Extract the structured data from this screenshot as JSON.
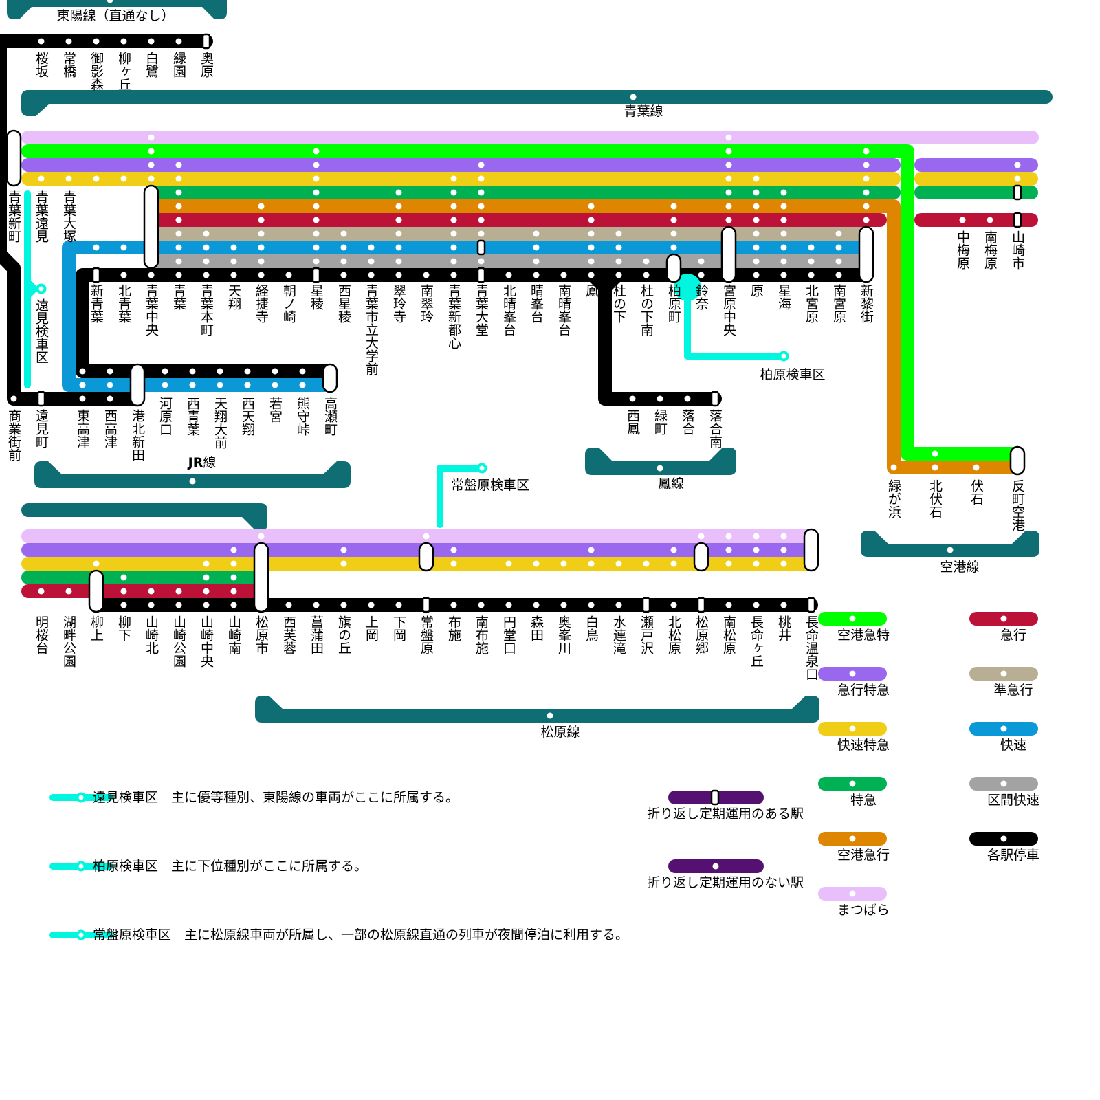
{
  "services": [
    {
      "id": "matsubara",
      "name": "まつばら",
      "color": "#e8bffb"
    },
    {
      "id": "airport_ltd_exp",
      "name": "空港急特",
      "color": "#00ff00"
    },
    {
      "id": "exp_ltd",
      "name": "急行特急",
      "color": "#9a68ee"
    },
    {
      "id": "rapid_ltd",
      "name": "快速特急",
      "color": "#f0cd16"
    },
    {
      "id": "ltd_exp",
      "name": "特急",
      "color": "#00b153"
    },
    {
      "id": "airport_exp",
      "name": "空港急行",
      "color": "#de8600"
    },
    {
      "id": "express",
      "name": "急行",
      "color": "#bd1237"
    },
    {
      "id": "semi_exp",
      "name": "準急行",
      "color": "#b8ae93"
    },
    {
      "id": "rapid",
      "name": "快速",
      "color": "#0b98d7"
    },
    {
      "id": "sect_rapid",
      "name": "区間快速",
      "color": "#a3a3a3"
    },
    {
      "id": "local",
      "name": "各駅停車",
      "color": "#000000"
    }
  ],
  "colors": {
    "line_bracket": "#0f6e73",
    "depot": "#00f6df",
    "turnback_legend": "#541172",
    "station_dot": "#ffffff",
    "marker_fill": "#ffffff",
    "marker_stroke": "#000000"
  },
  "line_labels": {
    "toyo": "東陽線（直通なし）",
    "aoba": "青葉線",
    "jr": {
      "emphasis": "JR",
      "text": "線"
    },
    "ootori": "鳳線",
    "airport": "空港線",
    "matsubara": "松原線"
  },
  "sections": {
    "toyo": {
      "stations": [
        "桜坂",
        "常橋",
        "御影森",
        "柳ヶ丘",
        "白鷺",
        "緑園",
        "奥原"
      ],
      "rows": [
        {
          "service": "local",
          "stops": [
            "桜坂",
            "常橋",
            "御影森",
            "柳ヶ丘",
            "白鷺",
            "緑園"
          ],
          "turnback": [
            "奥原"
          ]
        }
      ]
    },
    "aoba": {
      "stations": [
        "青葉新町",
        "青葉遠見",
        "青葉大塚",
        "新青葉",
        "北青葉",
        "青葉中央",
        "青葉",
        "青葉本町",
        "天翔",
        "経捷寺",
        "朝ノ崎",
        "星稜",
        "西星稜",
        "青葉市立大学前",
        "翠玲寺",
        "南翠玲",
        "青葉新都心",
        "青葉大堂",
        "北晴峯台",
        "晴峯台",
        "南晴峯台",
        "鳳",
        "杜の下",
        "杜の下南",
        "柏原町",
        "鈴奈",
        "宮原中央",
        "原",
        "星海",
        "北宮原",
        "南宮原",
        "新黎街"
      ],
      "rows": [
        {
          "service": "matsubara",
          "stops": [
            "青葉中央",
            "宮原中央"
          ],
          "turnback": [
            "青葉新町"
          ]
        },
        {
          "service": "airport_ltd_exp",
          "stops": [
            "青葉中央",
            "星稜",
            "宮原中央",
            "新黎街"
          ],
          "turnback": [
            "青葉新町"
          ]
        },
        {
          "service": "exp_ltd",
          "stops": [
            "青葉中央",
            "青葉",
            "星稜",
            "青葉大堂",
            "宮原中央",
            "新黎街"
          ],
          "turnback": [
            "青葉新町"
          ]
        },
        {
          "service": "rapid_ltd",
          "stops": [
            "青葉遠見",
            "青葉大塚",
            "新青葉",
            "北青葉",
            "青葉中央",
            "青葉",
            "星稜",
            "青葉新都心",
            "青葉大堂",
            "宮原中央",
            "原",
            "新黎街"
          ],
          "turnback": [
            "青葉新町"
          ]
        },
        {
          "service": "ltd_exp",
          "stops": [
            "青葉",
            "星稜",
            "翠玲寺",
            "青葉新都心",
            "青葉大堂",
            "宮原中央",
            "原",
            "星海",
            "新黎街"
          ],
          "turnback": [
            "青葉中央"
          ]
        },
        {
          "service": "airport_exp",
          "stops": [
            "青葉",
            "経捷寺",
            "星稜",
            "翠玲寺",
            "青葉新都心",
            "青葉大堂",
            "鳳",
            "柏原町",
            "宮原中央",
            "原",
            "星海",
            "新黎街"
          ],
          "turnback": [
            "青葉中央"
          ]
        },
        {
          "service": "express",
          "stops": [
            "青葉",
            "経捷寺",
            "星稜",
            "翠玲寺",
            "青葉新都心",
            "青葉大堂",
            "鳳",
            "柏原町",
            "宮原中央",
            "原",
            "星海",
            "新黎街"
          ],
          "turnback": [
            "青葉中央"
          ]
        },
        {
          "service": "semi_exp",
          "stops": [
            "青葉",
            "青葉本町",
            "経捷寺",
            "星稜",
            "西星稜",
            "翠玲寺",
            "青葉新都心",
            "青葉大堂",
            "晴峯台",
            "鳳",
            "杜の下",
            "柏原町",
            "原",
            "星海",
            "南宮原"
          ],
          "turnback": [
            "青葉中央",
            "宮原中央",
            "新黎街"
          ]
        },
        {
          "service": "rapid",
          "stops": [
            "新青葉",
            "北青葉",
            "青葉",
            "青葉本町",
            "天翔",
            "経捷寺",
            "星稜",
            "西星稜",
            "青葉市立大学前",
            "翠玲寺",
            "青葉新都心",
            "晴峯台",
            "鳳",
            "杜の下",
            "柏原町",
            "原",
            "星海",
            "北宮原",
            "南宮原"
          ],
          "turnback": [
            "青葉中央",
            "青葉大堂",
            "宮原中央",
            "新黎街"
          ]
        },
        {
          "service": "sect_rapid",
          "stops": [
            "青葉",
            "青葉本町",
            "天翔",
            "経捷寺",
            "星稜",
            "西星稜",
            "青葉市立大学前",
            "翠玲寺",
            "青葉新都心",
            "青葉大堂",
            "晴峯台",
            "鳳",
            "杜の下",
            "杜の下南",
            "鈴奈",
            "原",
            "星海",
            "北宮原",
            "南宮原"
          ],
          "turnback": [
            "青葉中央",
            "柏原町",
            "宮原中央",
            "新黎街"
          ]
        },
        {
          "service": "local",
          "stops": [
            "北青葉",
            "青葉中央",
            "青葉",
            "青葉本町",
            "天翔",
            "経捷寺",
            "朝ノ崎",
            "西星稜",
            "青葉市立大学前",
            "翠玲寺",
            "南翠玲",
            "青葉新都心",
            "北晴峯台",
            "晴峯台",
            "南晴峯台",
            "鳳",
            "杜の下",
            "杜の下南",
            "鈴奈",
            "原",
            "星海",
            "北宮原",
            "南宮原"
          ],
          "turnback": [
            "新青葉",
            "星稜",
            "青葉大堂",
            "柏原町",
            "宮原中央",
            "新黎街"
          ]
        }
      ]
    },
    "yamazaki": {
      "stations": [
        "中梅原",
        "南梅原",
        "山崎市"
      ],
      "rows": [
        {
          "service": "exp_ltd",
          "stops": [
            "山崎市"
          ],
          "turnback": []
        },
        {
          "service": "rapid_ltd",
          "stops": [
            "山崎市"
          ],
          "turnback": []
        },
        {
          "service": "ltd_exp",
          "stops": [],
          "turnback": [
            "山崎市"
          ]
        },
        {
          "service": "express",
          "stops": [
            "中梅原",
            "南梅原"
          ],
          "turnback": [
            "山崎市"
          ]
        }
      ]
    },
    "airport": {
      "stations": [
        "緑が浜",
        "北伏石",
        "伏石",
        "反町空港"
      ],
      "rows": [
        {
          "service": "airport_ltd_exp",
          "stops": [
            "北伏石"
          ],
          "turnback": [
            "反町空港"
          ]
        },
        {
          "service": "airport_exp",
          "stops": [
            "緑が浜",
            "北伏石",
            "伏石"
          ],
          "turnback": [
            "反町空港"
          ]
        }
      ]
    },
    "jr": {
      "stations": [
        "商業街前",
        "遠見町",
        "東高津",
        "西高津",
        "港北新田",
        "河原口",
        "西青葉",
        "天翔大前",
        "西天翔",
        "若宮",
        "熊守峠",
        "高瀬町"
      ],
      "rows": [
        {
          "service": "local",
          "stops": [
            "東高津",
            "西高津",
            "河原口",
            "西青葉",
            "天翔大前",
            "西天翔",
            "若宮",
            "熊守峠"
          ],
          "turnback": [
            "港北新田",
            "高瀬町"
          ]
        },
        {
          "service": "rapid",
          "stops": [
            "東高津",
            "西高津",
            "河原口",
            "西青葉",
            "天翔大前",
            "西天翔",
            "若宮",
            "熊守峠"
          ],
          "turnback": [
            "港北新田",
            "高瀬町"
          ]
        },
        {
          "service": "local",
          "stops": [
            "商業街前",
            "東高津",
            "西高津"
          ],
          "turnback": [
            "遠見町",
            "港北新田"
          ]
        }
      ]
    },
    "ootori": {
      "stations": [
        "西鳳",
        "緑町",
        "落合",
        "落合南"
      ],
      "rows": [
        {
          "service": "local",
          "stops": [
            "西鳳",
            "緑町",
            "落合"
          ],
          "turnback": [
            "落合南"
          ]
        }
      ]
    },
    "matsubara": {
      "stations": [
        "明桜台",
        "湖畔公園",
        "柳上",
        "柳下",
        "山崎北",
        "山崎公園",
        "山崎中央",
        "山崎南",
        "松原市",
        "西芙蓉",
        "菖蒲田",
        "旗の丘",
        "上岡",
        "下岡",
        "常盤原",
        "布施",
        "南布施",
        "円堂口",
        "森田",
        "奥峯川",
        "白鳥",
        "水連滝",
        "瀬戸沢",
        "北松原",
        "松原郷",
        "南松原",
        "長命ヶ丘",
        "桃井",
        "長命温泉口"
      ],
      "rows": [
        {
          "service": "matsubara",
          "stops": [
            "松原市",
            "常盤原",
            "松原郷",
            "南松原",
            "長命ヶ丘",
            "桃井"
          ],
          "turnback": [
            "長命温泉口"
          ]
        },
        {
          "service": "exp_ltd",
          "stops": [
            "山崎南",
            "旗の丘",
            "布施",
            "白鳥",
            "北松原",
            "南松原",
            "長命ヶ丘",
            "桃井"
          ],
          "turnback": [
            "松原市",
            "常盤原",
            "松原郷",
            "長命温泉口"
          ]
        },
        {
          "service": "rapid_ltd",
          "stops": [
            "柳上",
            "山崎中央",
            "山崎南",
            "旗の丘",
            "布施",
            "円堂口",
            "森田",
            "奥峯川",
            "白鳥",
            "水連滝",
            "瀬戸沢",
            "北松原",
            "南松原",
            "長命ヶ丘",
            "桃井"
          ],
          "turnback": [
            "松原市",
            "常盤原",
            "松原郷",
            "長命温泉口"
          ]
        },
        {
          "service": "ltd_exp",
          "stops": [
            "柳下",
            "山崎中央",
            "山崎南"
          ],
          "turnback": [
            "柳上",
            "松原市"
          ]
        },
        {
          "service": "express",
          "stops": [
            "明桜台",
            "湖畔公園",
            "柳下",
            "山崎北",
            "山崎公園",
            "山崎中央",
            "山崎南"
          ],
          "turnback": [
            "柳上",
            "松原市"
          ]
        },
        {
          "service": "local",
          "stops": [
            "柳下",
            "山崎北",
            "山崎公園",
            "山崎中央",
            "山崎南",
            "西芙蓉",
            "菖蒲田",
            "旗の丘",
            "上岡",
            "下岡",
            "布施",
            "南布施",
            "円堂口",
            "森田",
            "奥峯川",
            "白鳥",
            "水連滝",
            "北松原",
            "南松原",
            "長命ヶ丘",
            "桃井"
          ],
          "turnback": [
            "柳上",
            "松原市",
            "常盤原",
            "瀬戸沢",
            "松原郷",
            "長命温泉口"
          ]
        }
      ]
    }
  },
  "depots": [
    {
      "name": "遠見検車区",
      "description": "主に優等種別、東陽線の車両がここに所属する。"
    },
    {
      "name": "柏原検車区",
      "description": "主に下位種別がここに所属する。"
    },
    {
      "name": "常盤原検車区",
      "description": "主に松原線車両が所属し、一部の松原線直通の列車が夜間停泊に利用する。"
    }
  ],
  "legend": {
    "services_left": [
      "airport_ltd_exp",
      "exp_ltd",
      "rapid_ltd",
      "ltd_exp",
      "airport_exp",
      "matsubara"
    ],
    "services_right": [
      "express",
      "semi_exp",
      "rapid",
      "sect_rapid",
      "local"
    ],
    "turnback": [
      {
        "label": "折り返し定期運用のある駅",
        "marker": "turnback"
      },
      {
        "label": "折り返し定期運用のない駅",
        "marker": "stop"
      }
    ]
  }
}
